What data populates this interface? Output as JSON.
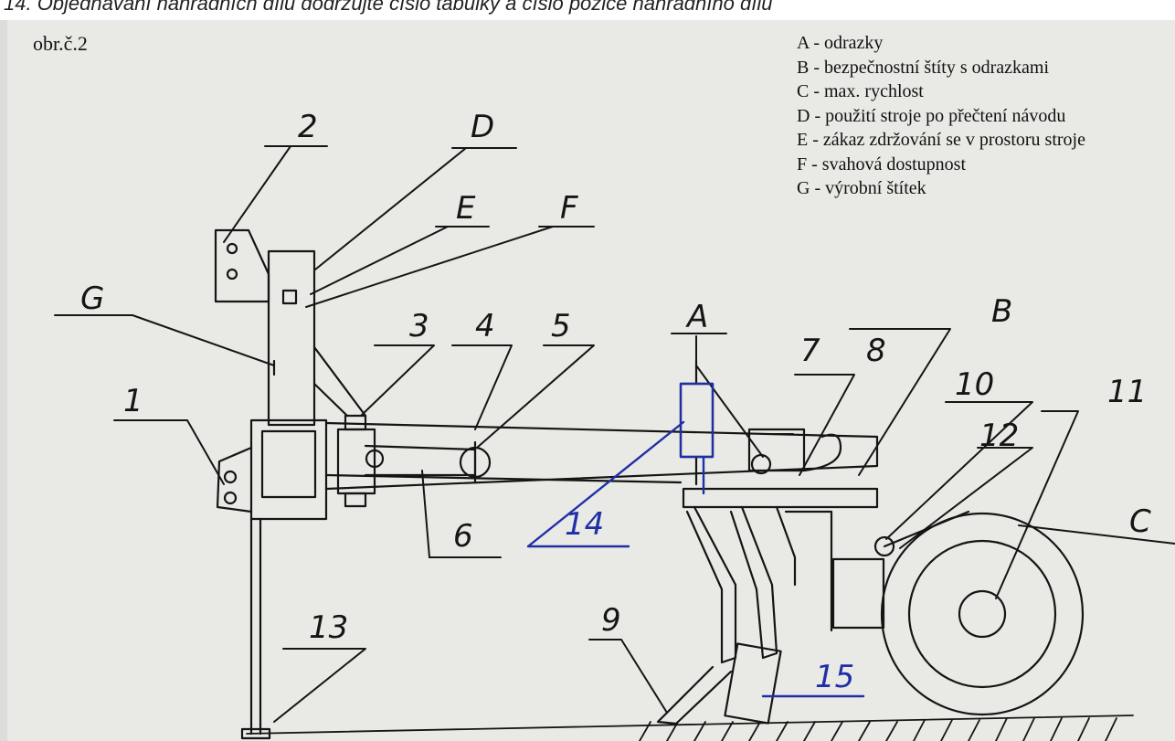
{
  "top_caption": "14. Objednávání náhradních dílů dodržujte číslo tabulky a číslo pozice náhradního dílu",
  "figure_label": "obr.č.2",
  "legend": [
    "A - odrazky",
    "B - bezpečnostní štíty s odrazkami",
    "C - max. rychlost",
    "D - použití stroje po přečtení návodu",
    "E - zákaz zdržování se v prostoru stroje",
    "F - svahová dostupnost",
    "G - výrobní štítek"
  ],
  "callouts": {
    "n1": "1",
    "n2": "2",
    "n3": "3",
    "n4": "4",
    "n5": "5",
    "n6": "6",
    "n7": "7",
    "n8": "8",
    "n9": "9",
    "n10": "10",
    "n11": "11",
    "n12": "12",
    "n13": "13",
    "n14": "14",
    "n15": "15",
    "A": "A",
    "B": "B",
    "C": "C",
    "D": "D",
    "E": "E",
    "F": "F",
    "G": "G"
  },
  "colors": {
    "ink": "#151515",
    "blue_ink": "#1f2fa6",
    "paper": "#e9e9e6"
  }
}
